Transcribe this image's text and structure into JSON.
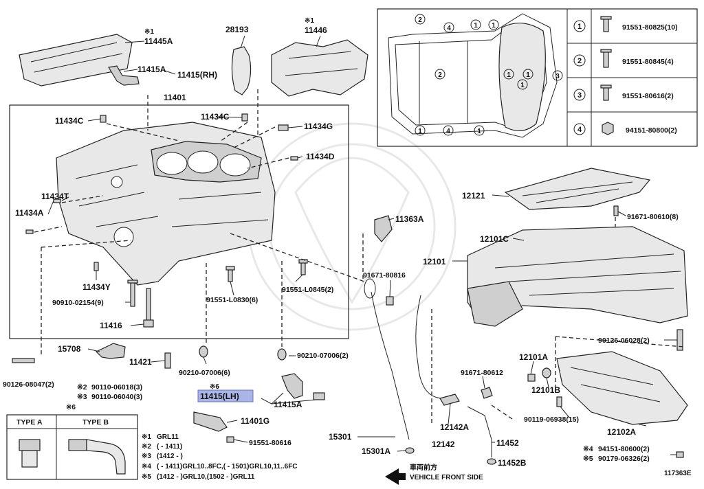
{
  "highlight_label": "11415(LH)",
  "labels": {
    "l11445A": "11445A",
    "l28193": "28193",
    "l11446": "11446",
    "l11415A_top": "11415A",
    "l11415RH": "11415(RH)",
    "l11401": "11401",
    "l11434C_a": "11434C",
    "l11434C_b": "11434C",
    "l11434G": "11434G",
    "l11434D": "11434D",
    "l11434T": "11434T",
    "l11434A": "11434A",
    "l11434Y": "11434Y",
    "l90910": "90910-02154(9)",
    "l11416": "11416",
    "l15708": "15708",
    "l90126_a": "90126-08047(2)",
    "l90110_1": "90110-06018(3)",
    "l90110_2": "90110-06040(3)",
    "l11421": "11421",
    "l90210_a": "90210-07006(6)",
    "l91551_L0830": "91551-L0830(6)",
    "l91551_L0845": "91551-L0845(2)",
    "l90210_b": "90210-07006(2)",
    "l11415A_bot": "11415A",
    "l11401G": "11401G",
    "l91551_80616b": "91551-80616",
    "l12121": "12121",
    "l91671_80610": "91671-80610(8)",
    "l11363A": "11363A",
    "l12101C": "12101C",
    "l12101": "12101",
    "l91671_80816": "91671-80816",
    "l90126_b": "90126-06028(2)",
    "l12101A": "12101A",
    "l12101B": "12101B",
    "l91671_80612": "91671-80612",
    "l90119": "90119-06938(15)",
    "l12102A": "12102A",
    "l12142A": "12142A",
    "l12142": "12142",
    "l15301": "15301",
    "l15301A": "15301A",
    "l11452": "11452",
    "l11452B": "11452B",
    "l94151_80600": "94151-80600(2)",
    "l90179": "90179-06326(2)"
  },
  "markers": {
    "x1": "※1",
    "x2": "※2",
    "x3": "※3",
    "x4": "※4",
    "x5": "※5",
    "x6": "※6"
  },
  "legend": {
    "rows": [
      {
        "num": "1",
        "part": "91551-80825(10)"
      },
      {
        "num": "2",
        "part": "91551-80845(4)"
      },
      {
        "num": "3",
        "part": "91551-80616(2)"
      },
      {
        "num": "4",
        "part": "94151-80800(2)"
      }
    ]
  },
  "types": {
    "type_a": "TYPE A",
    "type_b": "TYPE B"
  },
  "notes": [
    {
      "mark": "※1",
      "text": "GRL11"
    },
    {
      "mark": "※2",
      "text": "(       -  1411)"
    },
    {
      "mark": "※3",
      "text": "(1412 -       )"
    },
    {
      "mark": "※4",
      "text": "(       -  1411)GRL10..8FC,(       -  1501)GRL10,11..6FC"
    },
    {
      "mark": "※5",
      "text": "(1412 -       )GRL10,(1502 -       )GRL11"
    }
  ],
  "direction": {
    "jp": "車両前方",
    "en": "VEHICLE FRONT SIDE"
  },
  "diagram_id": "117363E"
}
